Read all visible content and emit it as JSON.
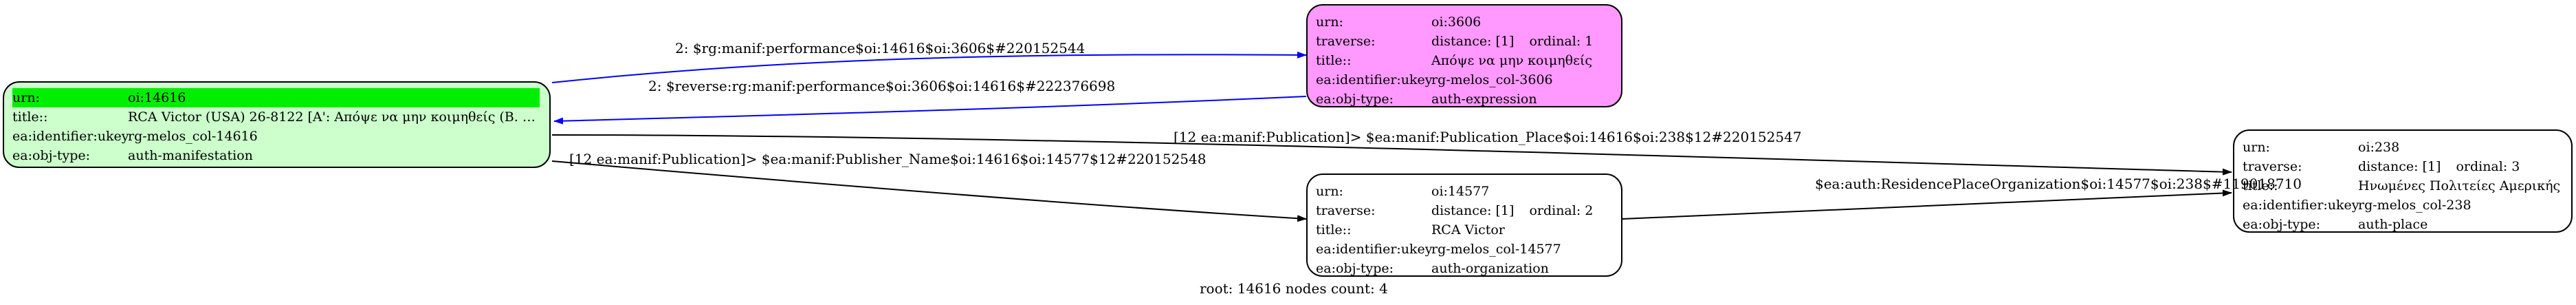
{
  "nodes": {
    "n14616": {
      "rows": [
        {
          "key": "urn:",
          "value": "oi:14616"
        },
        {
          "key": "title::",
          "value": "RCA Victor (USA) 26-8122 [Α': Απόψε να μην κοιμηθείς (Β. Τ..."
        },
        {
          "key": "ea:identifier:ukey",
          "value": "rg-melos_col-14616"
        },
        {
          "key": "ea:obj-type:",
          "value": "auth-manifestation"
        }
      ],
      "fill": "#ccffcc",
      "highlight": "#00ee00"
    },
    "n3606": {
      "rows": [
        {
          "key": "urn:",
          "value": "oi:3606"
        },
        {
          "key": "traverse:",
          "value": "distance: [1]",
          "extra": "ordinal: 1"
        },
        {
          "key": "title::",
          "value": "Απόψε να μην κοιμηθείς"
        },
        {
          "key": "ea:identifier:ukey",
          "value": "rg-melos_col-3606"
        },
        {
          "key": "ea:obj-type:",
          "value": "auth-expression"
        }
      ],
      "fill": "#ff99ff"
    },
    "n14577": {
      "rows": [
        {
          "key": "urn:",
          "value": "oi:14577"
        },
        {
          "key": "traverse:",
          "value": "distance: [1]",
          "extra": "ordinal: 2"
        },
        {
          "key": "title::",
          "value": "RCA Victor"
        },
        {
          "key": "ea:identifier:ukey",
          "value": "rg-melos_col-14577"
        },
        {
          "key": "ea:obj-type:",
          "value": "auth-organization"
        }
      ],
      "fill": "#ffffff"
    },
    "n238": {
      "rows": [
        {
          "key": "urn:",
          "value": "oi:238"
        },
        {
          "key": "traverse:",
          "value": "distance: [1]",
          "extra": "ordinal: 3"
        },
        {
          "key": "title::",
          "value": "Ηνωμένες Πολιτείες Αμερικής"
        },
        {
          "key": "ea:identifier:ukey",
          "value": "rg-melos_col-238"
        },
        {
          "key": "ea:obj-type:",
          "value": "auth-place"
        }
      ],
      "fill": "#ffffff"
    }
  },
  "edges": [
    {
      "from": "14616",
      "to": "3606",
      "label": "2: $rg:manif:performance$oi:14616$oi:3606$#220152544",
      "color": "#0000ff"
    },
    {
      "from": "3606",
      "to": "14616",
      "label": "2: $reverse:rg:manif:performance$oi:3606$oi:14616$#222376698",
      "color": "#0000ff"
    },
    {
      "from": "14616",
      "to": "238",
      "label": "[12 ea:manif:Publication]> $ea:manif:Publication_Place$oi:14616$oi:238$12#220152547",
      "color": "#000000"
    },
    {
      "from": "14616",
      "to": "14577",
      "label": "[12 ea:manif:Publication]> $ea:manif:Publisher_Name$oi:14616$oi:14577$12#220152548",
      "color": "#000000"
    },
    {
      "from": "14577",
      "to": "238",
      "label": "$ea:auth:ResidencePlaceOrganization$oi:14577$oi:238$#119018710",
      "color": "#000000"
    }
  ],
  "footer": "root: 14616 nodes count: 4"
}
